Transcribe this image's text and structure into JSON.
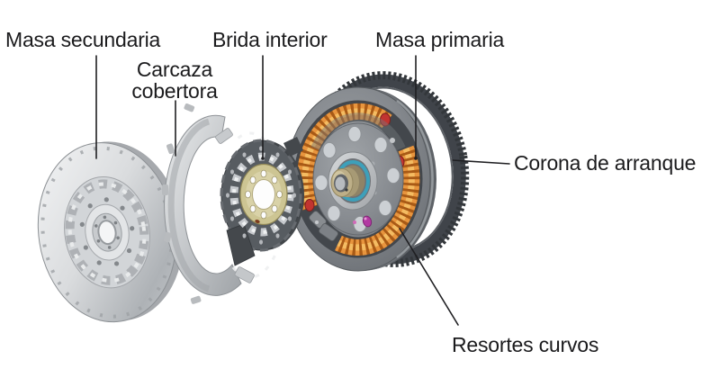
{
  "labels": {
    "masa_secundaria": "Masa secundaria",
    "carcaza_line1": "Carcaza",
    "carcaza_line2": "cobertora",
    "brida_interior": "Brida interior",
    "masa_primaria": "Masa primaria",
    "corona_arranque": "Corona de arranque",
    "resortes_curvos": "Resortes curvos"
  },
  "colors": {
    "background": "#ffffff",
    "label_text": "#1b1b1d",
    "leader_line": "#1f1f22",
    "silver_metal": "#d2d5d8",
    "housing_gray": "#c5c8cb",
    "flange_dark": "#575c61",
    "flange_gold": "#cdc593",
    "spring_orange": "#e8953e",
    "spring_shadow": "#a85a16",
    "spring_highlight": "#f4bc62",
    "spring_end_red": "#c23430",
    "flywheel_gray": "#84888d",
    "ring_gear_dark": "#33373b",
    "hub_teal": "#3da0ba",
    "hub_brass": "#bdaf88",
    "accent_magenta": "#b23aa2"
  }
}
